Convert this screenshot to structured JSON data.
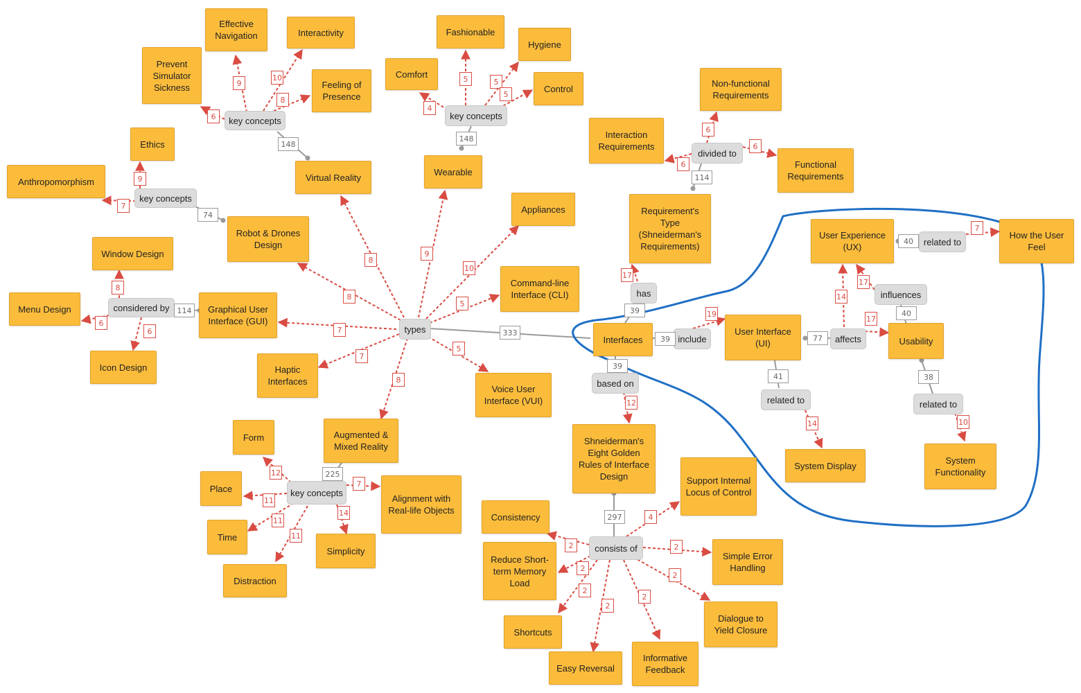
{
  "colors": {
    "node": "#fbbc3c",
    "link_node": "#dcdcdc",
    "dashed_edge": "#d94c43",
    "solid_edge": "#9a9a9a",
    "highlight": "#1f6fc5"
  },
  "nodes": {
    "effective_navigation": "Effective Navigation",
    "interactivity": "Interactivity",
    "prevent_sim_sickness": "Prevent Simulator Sickness",
    "feeling_presence": "Feeling of Presence",
    "comfort": "Comfort",
    "fashionable": "Fashionable",
    "hygiene": "Hygiene",
    "control": "Control",
    "ethics": "Ethics",
    "anthropomorphism": "Anthropomorphism",
    "virtual_reality": "Virtual Reality",
    "wearable": "Wearable",
    "nonfunc_req": "Non-functional Requirements",
    "interaction_req": "Interaction Requirements",
    "functional_req": "Functional Requirements",
    "appliances": "Appliances",
    "robot_drones": "Robot & Drones Design",
    "window_design": "Window Design",
    "menu_design": "Menu Design",
    "icon_design": "Icon Design",
    "gui": "Graphical User Interface (GUI)",
    "cli": "Command-line Interface (CLI)",
    "requirement_type": "Requirement's Type (Shneiderman's Requirements)",
    "ux": "User Experience (UX)",
    "how_user_feel": "How the User Feel",
    "interfaces": "Interfaces",
    "ui": "User Interface (UI)",
    "usability": "Usability",
    "haptic": "Haptic Interfaces",
    "vui": "Voice User Interface (VUI)",
    "ar_mr": "Augmented & Mixed Reality",
    "form": "Form",
    "place": "Place",
    "time": "Time",
    "distraction": "Distraction",
    "simplicity": "Simplicity",
    "alignment": "Alignment with Real-life Objects",
    "golden_rules": "Shneiderman's Eight Golden Rules of Interface Design",
    "system_display": "System Display",
    "system_functionality": "System Functionality",
    "internal_locus": "Support Internal Locus of Control",
    "consistency": "Consistency",
    "short_term_memory": "Reduce Short-term Memory Load",
    "shortcuts": "Shortcuts",
    "easy_reversal": "Easy Reversal",
    "informative_feedback": "Informative Feedback",
    "dialogue_closure": "Dialogue to Yield Closure",
    "simple_error": "Simple Error Handling"
  },
  "link_nodes": {
    "kc_vr": "key concepts",
    "kc_wear": "key concepts",
    "kc_robot": "key concepts",
    "considered_by": "considered by",
    "types": "types",
    "divided_to": "divided to",
    "has": "has",
    "include": "include",
    "based_on": "based on",
    "related_ux": "related to",
    "influences": "influences",
    "affects": "affects",
    "related_ui": "related to",
    "related_usab": "related to",
    "kc_ar": "key concepts",
    "consists_of": "consists of"
  },
  "badges": {
    "b_prevent": "6",
    "b_effnav": "9",
    "b_inter": "10",
    "b_presence": "8",
    "b_vr_kc": "148",
    "b_comfort": "4",
    "b_fashion": "5",
    "b_hygiene": "5",
    "b_control": "5",
    "b_wear_kc": "148",
    "b_ethics": "9",
    "b_anthro": "7",
    "b_robot_kc": "74",
    "b_window": "8",
    "b_menu": "6",
    "b_icon": "6",
    "b_gui_cb": "114",
    "b_t_robot": "8",
    "b_t_vr": "8",
    "b_t_wear": "9",
    "b_t_appl": "10",
    "b_t_cli": "5",
    "b_t_gui": "7",
    "b_t_haptic": "7",
    "b_t_ar": "8",
    "b_t_vui": "5",
    "b_t_interfaces": "333",
    "b_nonfunc": "6",
    "b_interreq": "6",
    "b_funcreq": "6",
    "b_req_div": "114",
    "b_has_req": "17",
    "b_has_int": "39",
    "b_include_int": "39",
    "b_include_ui": "19",
    "b_based_int": "39",
    "b_based_golden": "12",
    "b_ux_rel": "40",
    "b_rel_how": "7",
    "b_affects_ui": "77",
    "b_affects_ux": "14",
    "b_infl_ux": "17",
    "b_affects_usab": "17",
    "b_infl_usab": "40",
    "b_ui_rel": "41",
    "b_rel_sysdisp": "14",
    "b_usab_rel": "38",
    "b_rel_sysfunc": "10",
    "b_ar_kc": "225",
    "b_form": "12",
    "b_place": "11",
    "b_time": "11",
    "b_distraction": "11",
    "b_simplicity": "14",
    "b_alignment": "7",
    "b_golden_cons": "297",
    "b_internal": "4",
    "b_consistency": "2",
    "b_memory": "2",
    "b_shortcuts": "2",
    "b_reversal": "2",
    "b_feedback": "2",
    "b_dialogue": "2",
    "b_error": "2"
  }
}
